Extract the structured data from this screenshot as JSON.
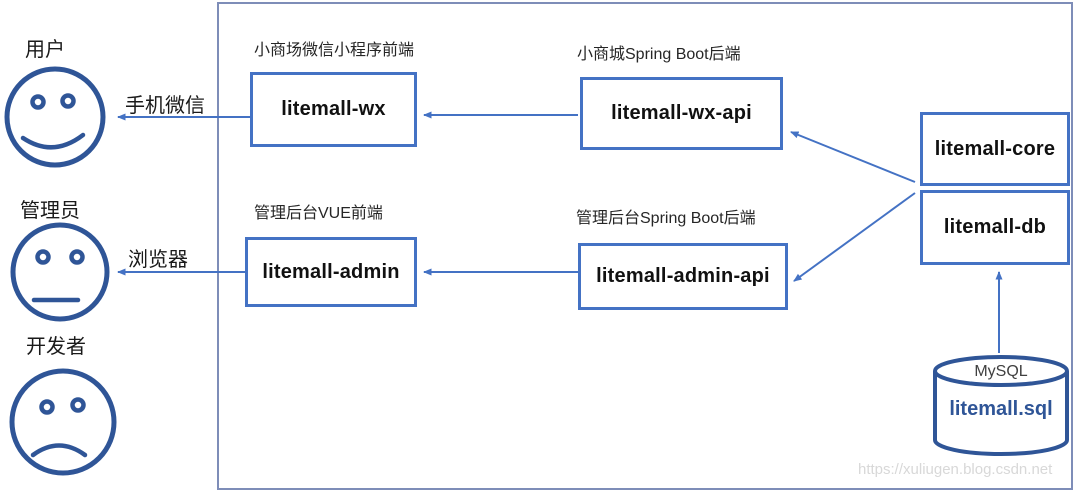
{
  "colors": {
    "accent_blue": "#4472C4",
    "dark_blue": "#2F5597",
    "frame_border": "#7E8DB8",
    "watermark_gray": "#D8D8D8"
  },
  "actors": [
    {
      "label": "用户",
      "mood": "happy"
    },
    {
      "label": "管理员",
      "mood": "neutral"
    },
    {
      "label": "开发者",
      "mood": "sad"
    }
  ],
  "channels": [
    {
      "label": "手机微信"
    },
    {
      "label": "浏览器"
    }
  ],
  "modules": {
    "wx": {
      "caption": "小商场微信小程序前端",
      "name": "litemall-wx"
    },
    "wx_api": {
      "caption": "小商城Spring Boot后端",
      "name": "litemall-wx-api"
    },
    "admin": {
      "caption": "管理后台VUE前端",
      "name": "litemall-admin"
    },
    "admin_api": {
      "caption": "管理后台Spring Boot后端",
      "name": "litemall-admin-api"
    },
    "core": {
      "name": "litemall-core"
    },
    "db": {
      "name": "litemall-db"
    }
  },
  "database": {
    "engine": "MySQL",
    "file": "litemall.sql"
  },
  "watermark": "https://xuliugen.blog.csdn.net"
}
